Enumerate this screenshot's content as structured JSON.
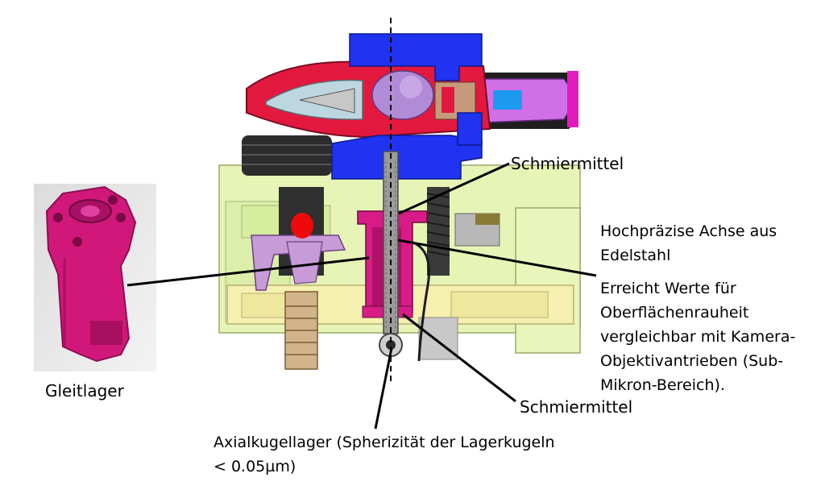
{
  "labels": {
    "schmiermittel_top": "Schmiermittel",
    "achse": [
      "Hochpräzise Achse aus",
      "Edelstahl"
    ],
    "erreicht": [
      "Erreicht Werte für",
      "Oberflächenrauheit",
      "vergleichbar mit Kamera-",
      "Objektivantrieben (Sub-",
      "Mikron-Bereich)."
    ],
    "schmiermittel_bottom": "Schmiermittel",
    "gleitlager": "Gleitlager",
    "axial": [
      "Axialkugellager (Spherizität der Lagerkugeln",
      "< 0.05µm)"
    ]
  },
  "colors": {
    "housing_green": "#e8f5b8",
    "blue": "#1f33f0",
    "red": "#e3183e",
    "magenta": "#d81b86",
    "violet": "#d070e8",
    "cyan": "#1b9af0",
    "dark": "#2a2a2a",
    "yellow": "#f5efb0"
  }
}
